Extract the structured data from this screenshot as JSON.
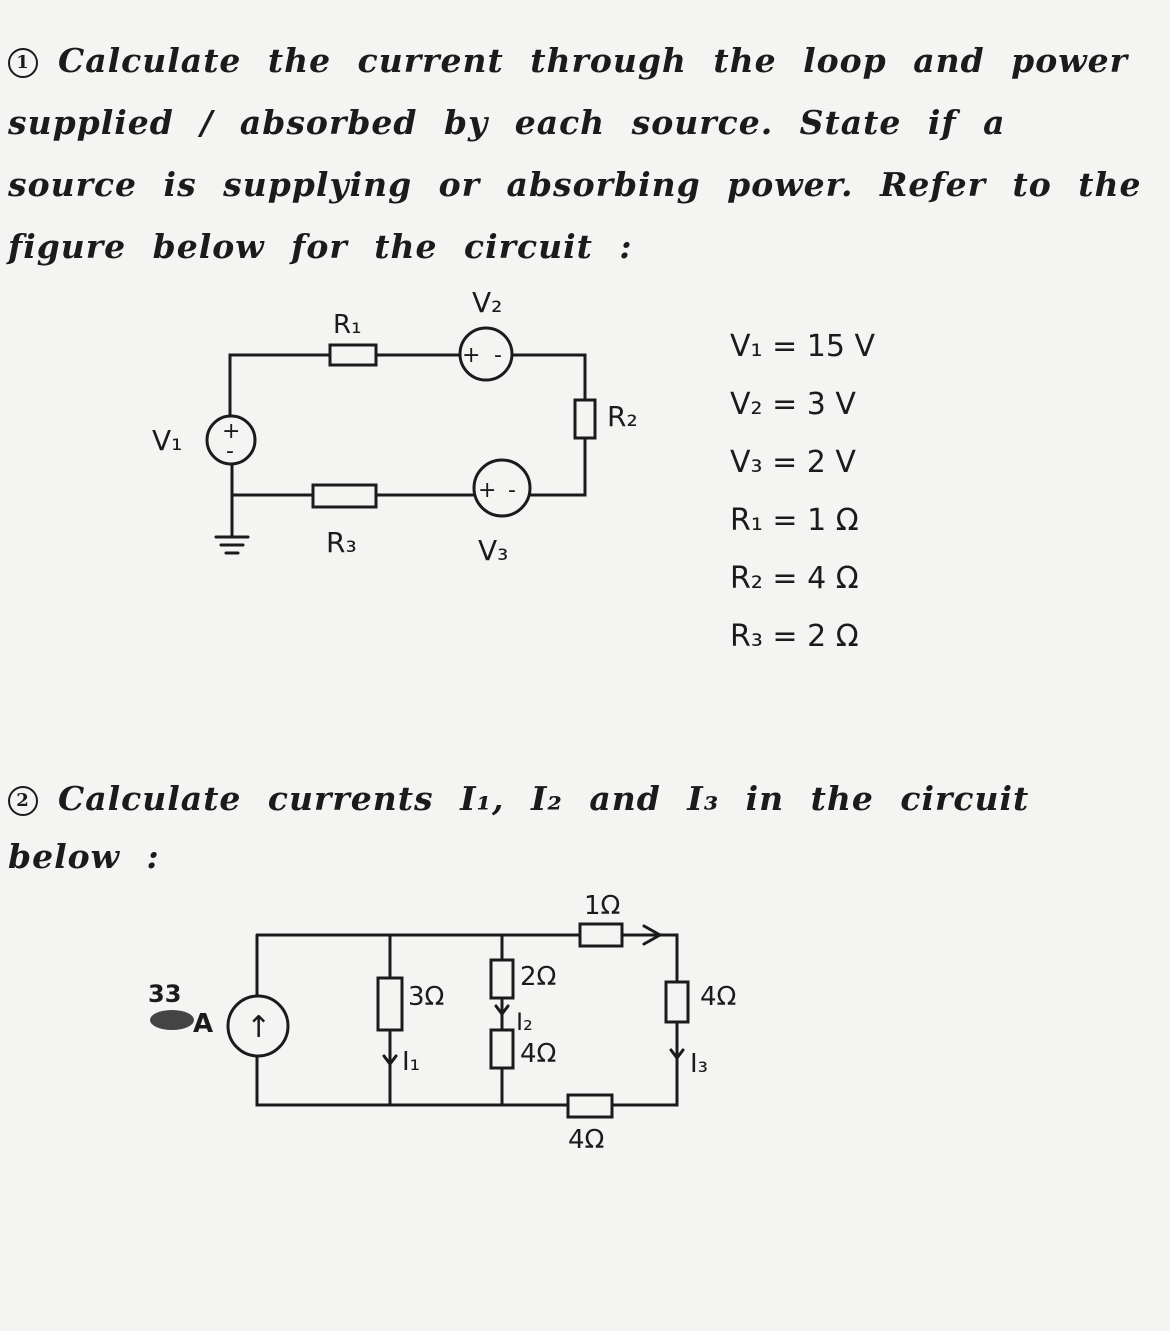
{
  "q1": {
    "number": "1",
    "text": "Calculate the current through the loop and power supplied / absorbed by each source. State if a source is supplying or absorbing power. Refer to the figure below for the circuit :",
    "labels": {
      "R1": "R₁",
      "R2": "R₂",
      "R3": "R₃",
      "V1": "V₁",
      "V2": "V₂",
      "V3": "V₃",
      "plus": "+",
      "minus": "-"
    },
    "params": [
      "V₁ = 15 V",
      "V₂ = 3 V",
      "V₃ = 2 V",
      "R₁ = 1 Ω",
      "R₂ = 4 Ω",
      "R₃ = 2 Ω"
    ]
  },
  "q2": {
    "number": "2",
    "text": "Calculate currents I₁, I₂ and I₃ in the circuit below :",
    "labels": {
      "source_value": "33",
      "source_unit": "A",
      "arrow": "↑",
      "r_top": "1Ω",
      "r_3": "3Ω",
      "r_2": "2Ω",
      "r_4a": "4Ω",
      "r_4b": "4Ω",
      "r_bottom": "4Ω",
      "I1": "I₁",
      "I2": "I₂",
      "I3": "I₃"
    }
  }
}
